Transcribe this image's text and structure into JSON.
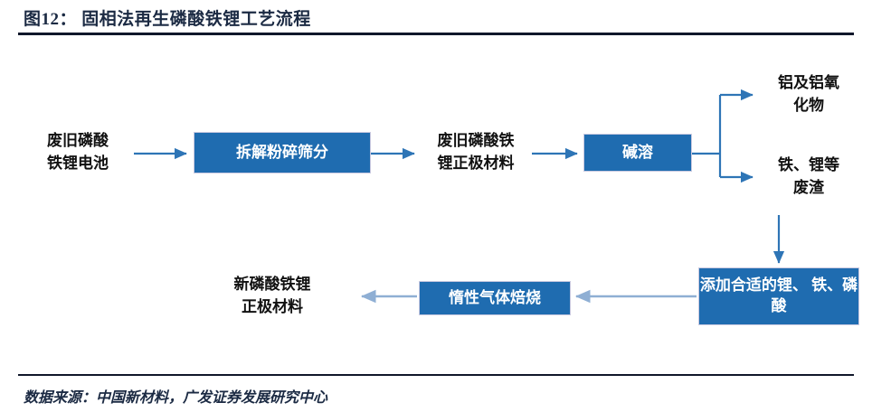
{
  "header": {
    "figure_number": "图12：",
    "title": "固相法再生磷酸铁锂工艺流程",
    "full_title": "图12： 固相法再生磷酸铁锂工艺流程"
  },
  "footer": {
    "source": "数据来源：中国新材料，广发证券发展研究中心"
  },
  "colors": {
    "box_fill": "#1f6cb0",
    "box_border": "#c9c9e0",
    "arrow_dark": "#2e75b6",
    "arrow_light": "#8fafd4",
    "title_text": "#1b2a43",
    "rule": "#10172a",
    "box_text": "#ffffff",
    "label_text": "#111111"
  },
  "chart_data": {
    "type": "diagram",
    "title": "固相法再生磷酸铁锂工艺流程",
    "nodes": [
      {
        "id": "n1",
        "kind": "label",
        "text": "废旧磷酸\n铁锂电池"
      },
      {
        "id": "n2",
        "kind": "box",
        "text": "拆解粉碎筛分"
      },
      {
        "id": "n3",
        "kind": "label",
        "text": "废旧磷酸铁\n锂正极材料"
      },
      {
        "id": "n4",
        "kind": "box",
        "text": "碱溶"
      },
      {
        "id": "n5",
        "kind": "label",
        "text": "铝及铝氧\n化物"
      },
      {
        "id": "n6",
        "kind": "label",
        "text": "铁、锂等\n废渣"
      },
      {
        "id": "n7",
        "kind": "box",
        "text": "添加合适的锂、\n铁、磷酸"
      },
      {
        "id": "n8",
        "kind": "box",
        "text": "惰性气体焙烧"
      },
      {
        "id": "n9",
        "kind": "label",
        "text": "新磷酸铁锂\n正极材料"
      }
    ],
    "edges": [
      {
        "from": "n1",
        "to": "n2",
        "direction": "right"
      },
      {
        "from": "n2",
        "to": "n3",
        "direction": "right"
      },
      {
        "from": "n3",
        "to": "n4",
        "direction": "right"
      },
      {
        "from": "n4",
        "to": "n5",
        "direction": "branch-up-right"
      },
      {
        "from": "n4",
        "to": "n6",
        "direction": "branch-down-right"
      },
      {
        "from": "n6",
        "to": "n7",
        "direction": "down"
      },
      {
        "from": "n7",
        "to": "n8",
        "direction": "left"
      },
      {
        "from": "n8",
        "to": "n9",
        "direction": "left"
      }
    ]
  },
  "flow": {
    "waste_battery": "废旧磷酸\n铁锂电池",
    "dismantle": "拆解粉碎筛分",
    "waste_cathode": "废旧磷酸铁\n锂正极材料",
    "alkali_leach": "碱溶",
    "aluminum_oxides": "铝及铝氧\n化物",
    "fe_li_slag": "铁、锂等\n废渣",
    "add_materials": "添加合适的锂、\n铁、磷酸",
    "inert_calcination": "惰性气体焙烧",
    "new_cathode": "新磷酸铁锂\n正极材料"
  }
}
